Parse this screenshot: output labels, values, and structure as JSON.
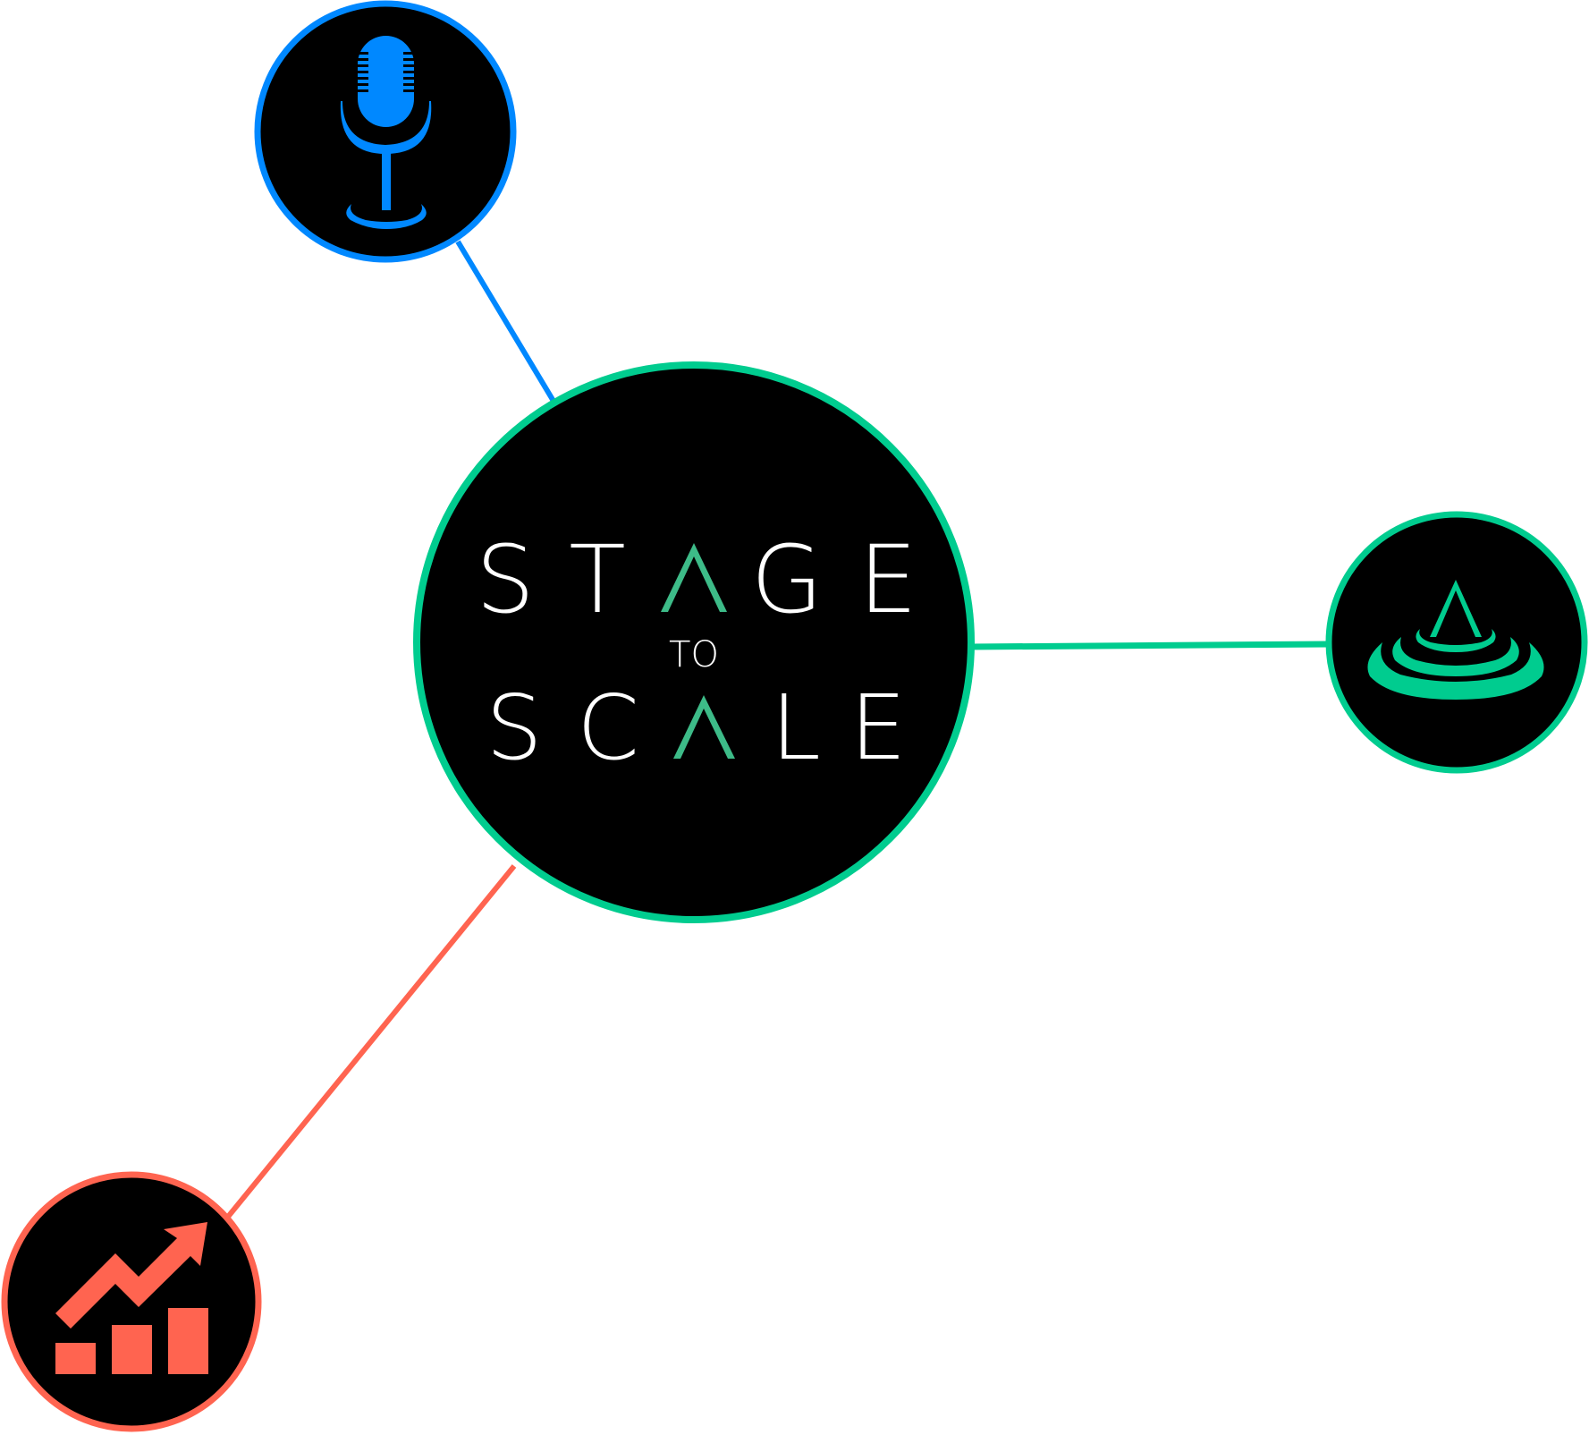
{
  "logo": {
    "line1": [
      "S",
      "T",
      "A",
      "G",
      "E"
    ],
    "connector": "TO",
    "line2": [
      "S",
      "C",
      "A",
      "L",
      "E"
    ],
    "accent_letter": "A"
  },
  "nodes": [
    {
      "id": "center",
      "icon": "stage-to-scale-logo",
      "ring_color": "#00cc8f"
    },
    {
      "id": "podcast",
      "icon": "microphone-icon",
      "ring_color": "#0088ff"
    },
    {
      "id": "ripple",
      "icon": "ripple-drop-icon",
      "ring_color": "#00cc8f"
    },
    {
      "id": "growth",
      "icon": "growth-chart-icon",
      "ring_color": "#ff6450"
    }
  ],
  "colors": {
    "background": "#ffffff",
    "node_fill": "#000000",
    "logo_text": "#ffffff",
    "logo_accent": "#3dbb88",
    "green": "#00cc8f",
    "blue": "#0088ff",
    "coral": "#ff6450"
  }
}
